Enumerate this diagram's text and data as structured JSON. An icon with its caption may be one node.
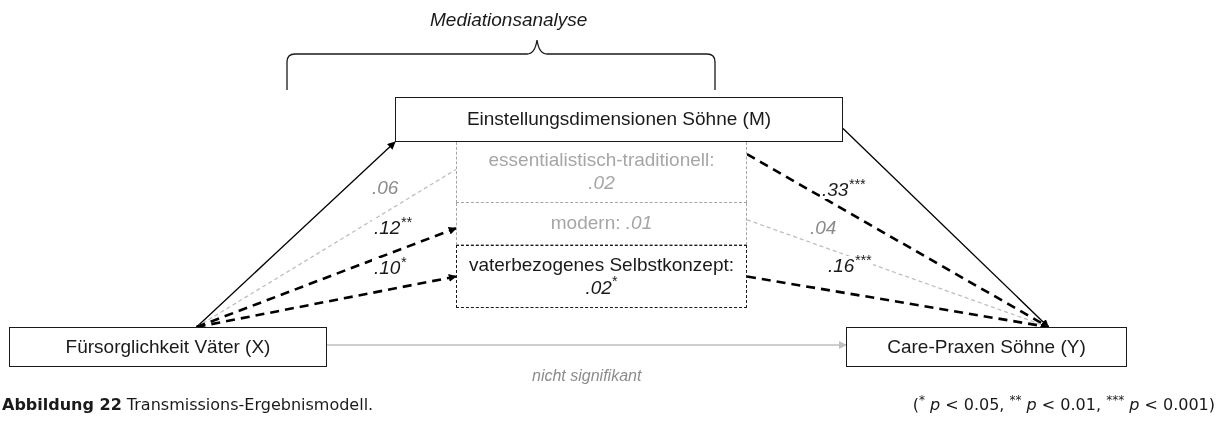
{
  "diagram": {
    "caption": "**Abbildung 22** Transmissions-Ergebnismodell.",
    "nodes": [
      {
        "text": [
          "Einstellungsdimensionen Söhne (M)"
        ]
      },
      {
        "text": [
          "essentialistisch-traditionell: *.02*"
        ]
      },
      {
        "text": [
          "modern: *.01*"
        ]
      },
      {
        "text": [
          "vaterbezogenes Selbstkonzept: *.02*$^{*}$"
        ]
      },
      {
        "text": [
          "Fürsorglichkeit Väter (X)"
        ]
      },
      {
        "text": [
          "Care-Praxen Söhne (Y)"
        ]
      }
    ],
    "edges": [
      {
        "from": 4,
        "to": 0,
        "arrow": "to"
      },
      {
        "from": 4,
        "to": 1,
        "arrow": "none",
        "label": ".06",
        "style": "dashed",
        "color": "#bfbfbf"
      },
      {
        "from": 4,
        "to": 2,
        "arrow": "to",
        "label": ".12$^{**}$",
        "style": "dashed"
      },
      {
        "from": 4,
        "to": 3,
        "arrow": "to",
        "label": ".10$^{*}$",
        "style": "dashed"
      },
      {
        "from": 0,
        "to": 5,
        "arrow": "to"
      },
      {
        "from": 1,
        "to": 5,
        "arrow": "to",
        "label": ".33$^{***}$",
        "style": "dashed"
      },
      {
        "from": 2,
        "to": 5,
        "arrow": "none",
        "label": ".04",
        "style": "dashed",
        "color": "#bfbfbf"
      },
      {
        "from": 3,
        "to": 5,
        "arrow": "none",
        "label": ".16$^{***}$",
        "style": "dashed"
      },
      {
        "from": 4,
        "to": 5,
        "arrow": "to",
        "label": "nicht signifikant",
        "color": "#bfbfbf"
      }
    ],
    "labels": [
      "Mediationsanalyse",
      "($^{*}$ *p* < 0.05, $^{**}$ *p* < 0.01, $^{***}$ *p* < 0.001)"
    ]
  }
}
